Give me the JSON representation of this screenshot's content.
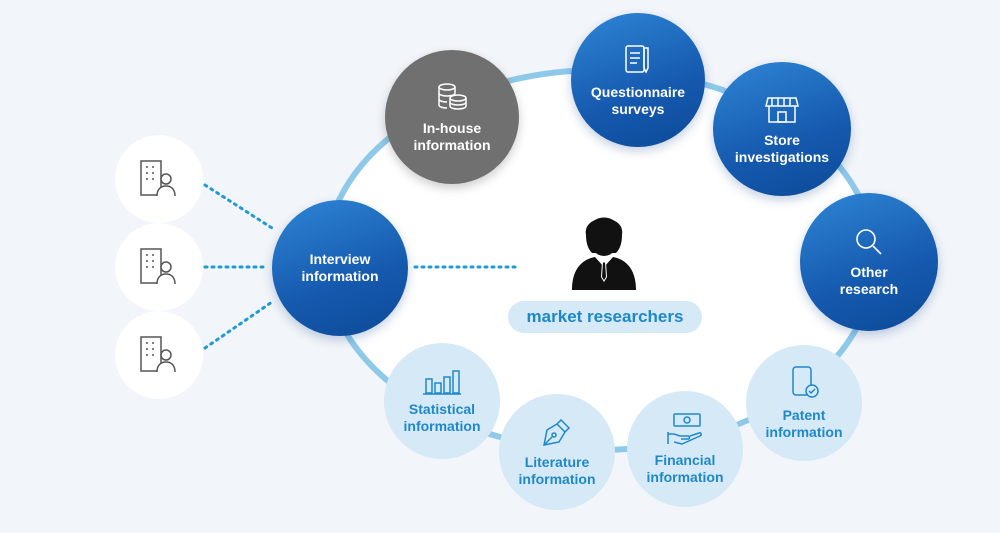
{
  "center": {
    "label": "market researchers"
  },
  "nodes": {
    "inhouse": {
      "label": "In-house\ninformation"
    },
    "questionnaire": {
      "label": "Questionnaire\nsurveys"
    },
    "store": {
      "label": "Store\ninvestigations"
    },
    "other": {
      "label": "Other\nresearch"
    },
    "interview": {
      "label": "Interview\ninformation"
    },
    "statistical": {
      "label": "Statistical\ninformation"
    },
    "literature": {
      "label": "Literature\ninformation"
    },
    "financial": {
      "label": "Financial\ninformation"
    },
    "patent": {
      "label": "Patent\ninformation"
    }
  },
  "colors": {
    "background": "#f2f5f9",
    "ring": "#8ec9ea",
    "dark_node": "#1559ae",
    "grey_node": "#707070",
    "light_node": "#d6e9f6",
    "light_text": "#1f88c9",
    "dotted_line": "#1f9ad6"
  },
  "icons": [
    "building-person-icon",
    "coins-icon",
    "document-pen-icon",
    "storefront-icon",
    "magnifier-icon",
    "bar-chart-icon",
    "fountain-pen-icon",
    "money-hand-icon",
    "tablet-check-icon",
    "businessman-icon"
  ]
}
